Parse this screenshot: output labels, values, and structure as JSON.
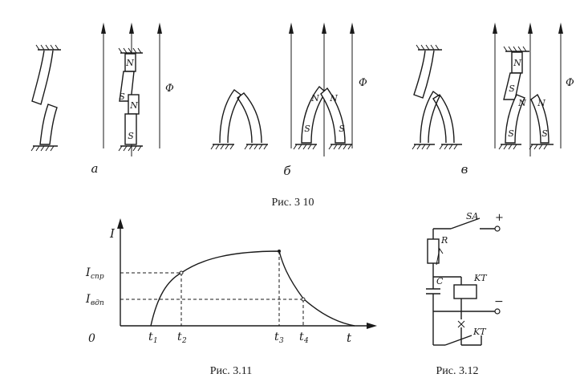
{
  "fig310": {
    "caption": "Рис. 3 10",
    "flux": "Ф",
    "panels": [
      {
        "label": "а",
        "magnets": [
          {
            "text": "N"
          },
          {
            "text": "S"
          },
          {
            "text": "N"
          },
          {
            "text": "S"
          }
        ]
      },
      {
        "label": "б",
        "magnets": [
          {
            "text": "N"
          },
          {
            "text": "N"
          },
          {
            "text": "S"
          },
          {
            "text": "S"
          }
        ]
      },
      {
        "label": "в",
        "magnets": [
          {
            "text": "N"
          },
          {
            "text": "S"
          },
          {
            "text": "N"
          },
          {
            "text": "N"
          },
          {
            "text": "S"
          },
          {
            "text": "S"
          }
        ]
      }
    ]
  },
  "fig311": {
    "caption": "Рис. 3.11",
    "y_axis": "I",
    "x_axis": "t",
    "origin": "0",
    "levels": [
      "I",
      "I"
    ],
    "level_subs": [
      "спр",
      "вдп"
    ],
    "times": [
      "t",
      "t",
      "t",
      "t"
    ],
    "time_subs": [
      "1",
      "2",
      "3",
      "4"
    ]
  },
  "fig312": {
    "caption": "Рис. 3.12",
    "switch": "SA",
    "plus": "+",
    "minus": "−",
    "resistor": "R",
    "capacitor": "C",
    "relay": "KT",
    "contact": "KT"
  }
}
